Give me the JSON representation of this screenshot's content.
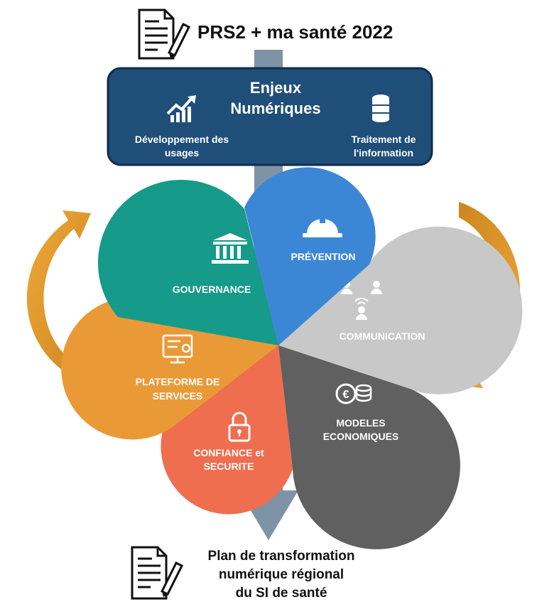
{
  "top": {
    "title": "PRS2 + ma santé 2022",
    "icon": "document-pen-icon"
  },
  "enjeux": {
    "title_line1": "Enjeux",
    "title_line2": "Numériques",
    "left_label_line1": "Développement des",
    "left_label_line2": "usages",
    "right_label_line1": "Traitement de",
    "right_label_line2": "l'information",
    "left_icon": "growth-chart-icon",
    "right_icon": "database-icon",
    "box_color": "#1f4e79"
  },
  "petals": [
    {
      "key": "gouvernance",
      "label": "GOUVERNANCE",
      "icon": "bank-icon",
      "color": "#169a8a"
    },
    {
      "key": "prevention",
      "label": "PRÉVENTION",
      "icon": "hard-hat-icon",
      "color": "#3b87d6"
    },
    {
      "key": "communication",
      "label": "COMMUNICATION",
      "icon": "people-wifi-icon",
      "color": "#c8c8c8"
    },
    {
      "key": "modeles",
      "label_line1": "MODELES",
      "label_line2": "ECONOMIQUES",
      "icon": "euro-coins-icon",
      "color": "#606060"
    },
    {
      "key": "confiance",
      "label_line1": "CONFIANCE et",
      "label_line2": "SECURITE",
      "icon": "padlock-icon",
      "color": "#ee6e4f"
    },
    {
      "key": "plateforme",
      "label_line1": "PLATEFORME DE",
      "label_line2": "SERVICES",
      "icon": "platform-screen-icon",
      "color": "#e99a37"
    }
  ],
  "bottom": {
    "line1": "Plan de transformation",
    "line2": "numérique régional",
    "line3": "du SI de santé",
    "icon": "document-pen-icon"
  },
  "colors": {
    "flow_arrow": "#7f93a6",
    "cycle_arrow": "#e99a37"
  }
}
